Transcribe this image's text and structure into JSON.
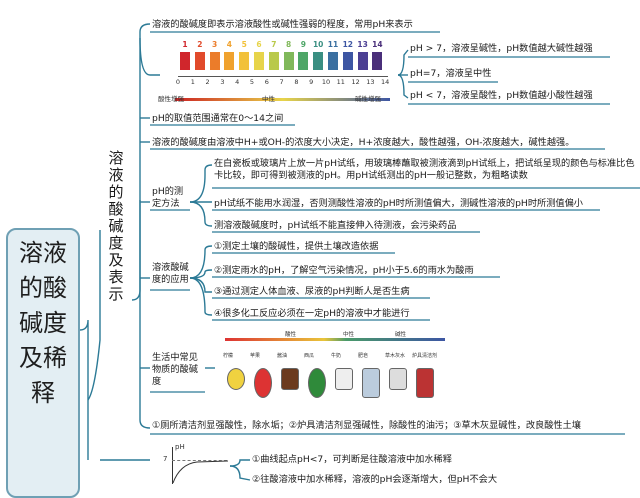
{
  "title": "溶液的酸碱度及稀释",
  "branch_title": "溶液的酸碱度及表示",
  "definition": "溶液的酸碱度即表示溶液酸性或碱性强弱的程度，常用pH来表示",
  "ph_chart": {
    "numbers": [
      "1",
      "2",
      "3",
      "4",
      "5",
      "6",
      "7",
      "8",
      "9",
      "10",
      "11",
      "12",
      "13",
      "14"
    ],
    "colors": [
      "#d0262c",
      "#e14a2b",
      "#eb7c2a",
      "#f0a22e",
      "#f2c13a",
      "#e7d44a",
      "#b9c94a",
      "#80b85a",
      "#4ea667",
      "#3a8f82",
      "#3a6fa0",
      "#3d56a3",
      "#4b3f93",
      "#4a2f7a"
    ],
    "scale_numbers": [
      "0",
      "1",
      "2",
      "3",
      "4",
      "5",
      "6",
      "7",
      "8",
      "9",
      "10",
      "11",
      "12",
      "13",
      "14"
    ],
    "acid_label": "酸性增强",
    "neutral_label": "中性",
    "base_label": "碱性增强"
  },
  "ph_rules": [
    "pH > 7，溶液呈碱性，pH数值越大碱性越强",
    "pH=7，溶液呈中性",
    "pH < 7，溶液呈酸性，pH数值越小酸性越强"
  ],
  "range": "pH的取值范围通常在0～14之间",
  "determined_by": "溶液的酸碱度由溶液中H+或OH-的浓度大小决定，H+浓度越大，酸性越强，OH-浓度越大，碱性越强。",
  "method": {
    "label": "pH的测定方法",
    "items": [
      "在白瓷板或玻璃片上放一片pH试纸，用玻璃棒蘸取被测液滴到pH试纸上，把试纸呈现的颜色与标准比色卡比较，即可得到被测液的pH。用pH试纸测出的pH一般记整数，为粗略读数",
      "pH试纸不能用水润湿，否则测酸性溶液的pH时所测值偏大，测碱性溶液的pH时所测值偏小",
      "测溶液酸碱度时，pH试纸不能直接伸入待测液，会污染药品"
    ]
  },
  "application": {
    "label": "溶液酸碱度的应用",
    "items": [
      "①测定土壤的酸碱性，提供土壤改造依据",
      "②测定雨水的pH，了解空气污染情况，pH小于5.6的雨水为酸雨",
      "③通过测定人体血液、尿液的pH判断人是否生病",
      "④很多化工反应必须在一定pH的溶液中才能进行"
    ]
  },
  "daily": {
    "label": "生活中常见物质的酸碱度",
    "scale_acid": "酸性",
    "scale_neutral": "中性",
    "scale_base": "碱性",
    "items": [
      "柠檬",
      "苹果",
      "酱油",
      "西瓜",
      "牛奶",
      "肥皂",
      "草木灰水",
      "炉具清洁剂"
    ]
  },
  "daily_note": "①厕所清洁剂显强酸性，除水垢；②炉具清洁剂显强碱性，除酸性的油污；③草木灰显碱性，改良酸性土壤",
  "dilution": {
    "graph_label": "pH",
    "graph_seven": "7",
    "items": [
      "①曲线起点pH<7，可判断是往酸溶液中加水稀释",
      "②往酸溶液中加水稀释，溶液的pH会逐渐增大，但pH不会大"
    ]
  },
  "colors": {
    "line": "#2c7a96",
    "box_border": "#6fa0b4",
    "box_fill": "#e3eef3"
  }
}
